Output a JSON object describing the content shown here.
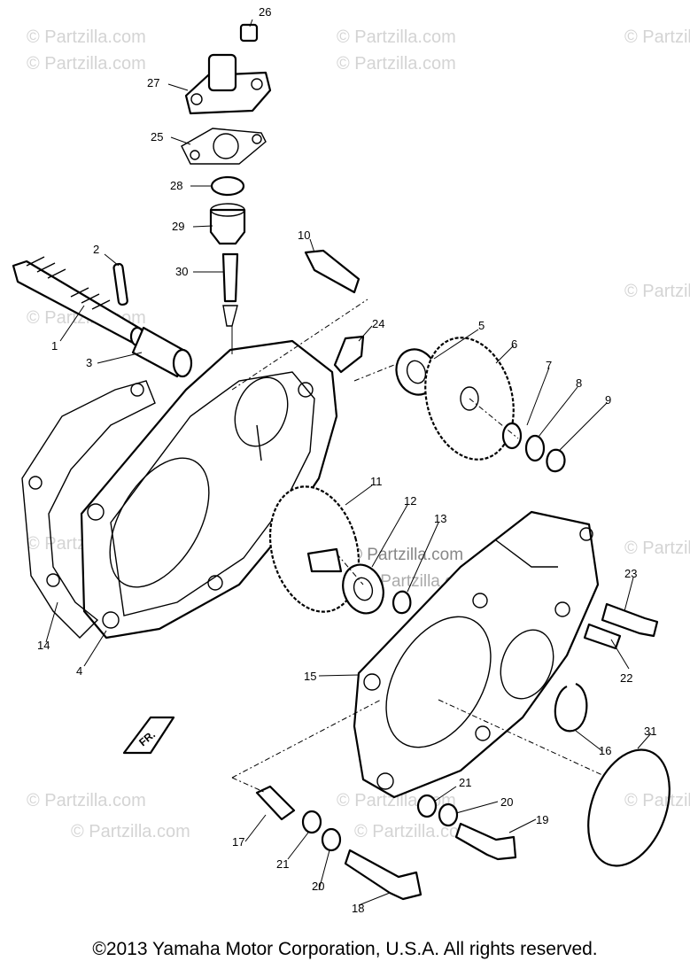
{
  "watermark": "© Partzilla.com",
  "callouts": [
    "1",
    "2",
    "3",
    "4",
    "5",
    "6",
    "7",
    "8",
    "9",
    "10",
    "11",
    "12",
    "13",
    "14",
    "15",
    "16",
    "17",
    "18",
    "19",
    "20",
    "21",
    "22",
    "23",
    "24",
    "25",
    "26",
    "27",
    "28",
    "29",
    "30",
    "31"
  ],
  "repeat_callouts": {
    "20": "20",
    "21": "21"
  },
  "front_mark": "FR.",
  "copyright": "©2013 Yamaha Motor Corporation, U.S.A. All rights reserved."
}
